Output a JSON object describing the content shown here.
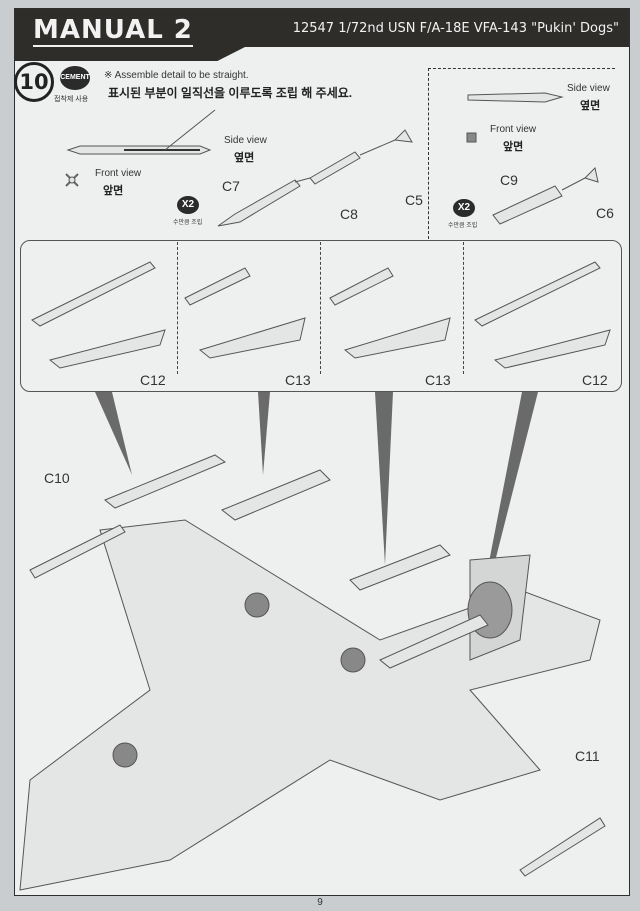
{
  "header": {
    "manual_title": "MANUAL 2",
    "kit_title": "12547 1/72nd USN F/A-18E VFA-143 \"Pukin' Dogs\""
  },
  "step": {
    "number": "10",
    "cement_label": "CEMENT",
    "cement_sub_ko": "접착제 사용",
    "note_en": "※ Assemble detail to be straight.",
    "note_ko": "표시된 부분이 일직선을 이루도록 조립 해 주세요."
  },
  "missile_assembly": {
    "side_view_en": "Side view",
    "side_view_ko": "옆면",
    "front_view_en": "Front view",
    "front_view_ko": "앞면",
    "quantity_badge": "X2",
    "quantity_sub_ko": "수만큼 조립",
    "parts": [
      "C7",
      "C8",
      "C5"
    ]
  },
  "bomb_assembly": {
    "side_view_en": "Side view",
    "side_view_ko": "옆면",
    "front_view_en": "Front view",
    "front_view_ko": "앞면",
    "quantity_badge": "X2",
    "quantity_sub_ko": "수만큼 조립",
    "parts": [
      "C9",
      "C6"
    ]
  },
  "pylon_panel": {
    "cells": [
      {
        "part": "C12"
      },
      {
        "part": "C13"
      },
      {
        "part": "C13"
      },
      {
        "part": "C12"
      }
    ]
  },
  "aircraft": {
    "wingtip_left_part": "C10",
    "wingtip_right_part": "C11"
  },
  "footer": {
    "page_number": "9"
  },
  "colors": {
    "header_bg": "#2e2d2a",
    "paper": "#eef0f0",
    "line": "#333333"
  }
}
